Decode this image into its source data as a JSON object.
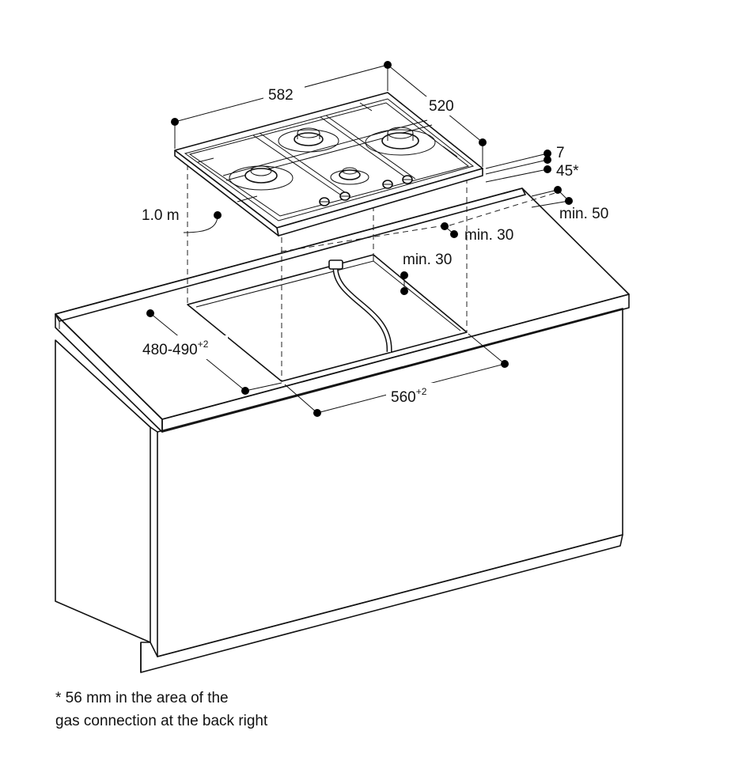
{
  "labels": {
    "width_hob": "582",
    "depth_hob": "520",
    "hob_thickness": "7",
    "hob_height": "45*",
    "clearance_back": "min. 50",
    "clearance_cutout_back": "min. 30",
    "clearance_cutout_side": "min. 30",
    "hose_length": "1.0 m",
    "cutout_depth": "480-490",
    "cutout_depth_tol": "+2",
    "cutout_width": "560",
    "cutout_width_tol": "+2"
  },
  "footnote": {
    "line1": "* 56 mm in the area of the",
    "line2": "gas connection at the back right"
  },
  "colors": {
    "line": "#111111",
    "background": "#ffffff"
  }
}
